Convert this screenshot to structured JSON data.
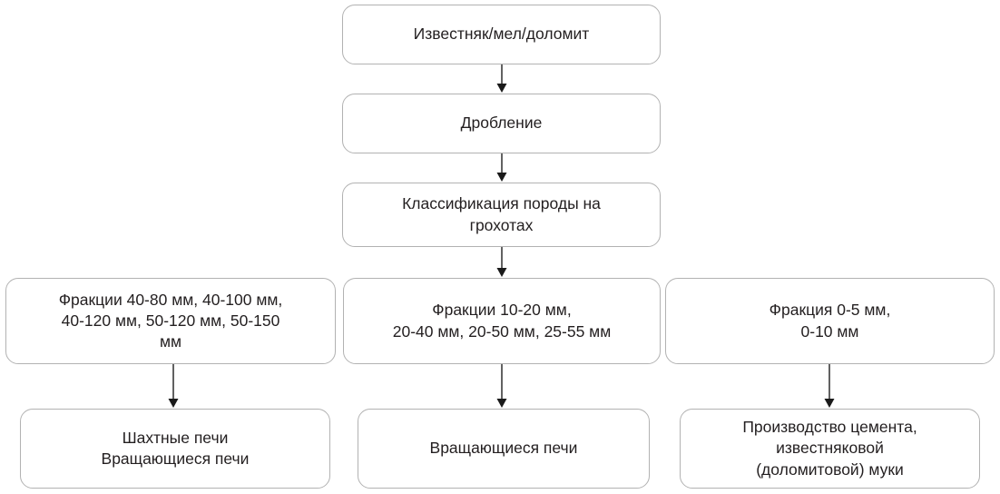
{
  "diagram": {
    "title_text": "",
    "colors": {
      "box_border": "#b2b2b2",
      "box_fill": "#ffffff",
      "text": "#231f20",
      "arrow": "#3a3a3a",
      "background": "#ffffff"
    },
    "nodes": [
      {
        "id": "raw-material",
        "label": "Известняк/мел/доломит"
      },
      {
        "id": "crushing",
        "label": "Дробление"
      },
      {
        "id": "classification",
        "label": "Классификация породы на\nгрохотах"
      },
      {
        "id": "fraction-large",
        "label": "Фракции 40-80 мм, 40-100 мм,\n40-120 мм, 50-120 мм, 50-150\nмм"
      },
      {
        "id": "fraction-medium",
        "label": "Фракции    10-20 мм,\n20-40 мм, 20-50 мм, 25-55 мм"
      },
      {
        "id": "fraction-small",
        "label": "Фракция 0-5 мм,\n0-10 мм"
      },
      {
        "id": "output-shaft-rotary-kilns",
        "label": "Шахтные печи\nВращающиеся печи"
      },
      {
        "id": "output-rotary-kilns",
        "label": "Вращающиеся печи"
      },
      {
        "id": "output-cement-flour",
        "label": "Производство цемента,\nизвестняковой\n(доломитовой) муки"
      }
    ],
    "connectors": [
      {
        "id": "raw-material-to-crushing",
        "from": "raw-material",
        "to": "crushing"
      },
      {
        "id": "crushing-to-classification",
        "from": "crushing",
        "to": "classification"
      },
      {
        "id": "classification-to-fraction-medium",
        "from": "classification",
        "to": "fraction-medium"
      },
      {
        "id": "fraction-large-to-shaft-rotary-kilns",
        "from": "fraction-large",
        "to": "output-shaft-rotary-kilns"
      },
      {
        "id": "fraction-medium-to-rotary-kilns",
        "from": "fraction-medium",
        "to": "output-rotary-kilns"
      },
      {
        "id": "fraction-small-to-cement-flour",
        "from": "fraction-small",
        "to": "output-cement-flour"
      }
    ]
  }
}
